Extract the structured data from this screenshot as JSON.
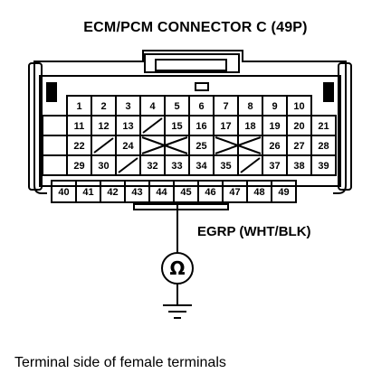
{
  "title": "ECM/PCM CONNECTOR C (49P)",
  "terminal_label": "EGRP (WHT/BLK)",
  "caption": "Terminal side of female terminals",
  "meter_symbol": "Ω",
  "rows": [
    [
      "",
      "1",
      "2",
      "3",
      "4",
      "5",
      "6",
      "7",
      "8",
      "9",
      "10",
      ""
    ],
    [
      "",
      "11",
      "12",
      "13",
      "/",
      "15",
      "16",
      "17",
      "18",
      "19",
      "20",
      "21"
    ],
    [
      "",
      "22",
      "/",
      "24",
      "X",
      "",
      "25",
      "X",
      "",
      "26",
      "27",
      "28"
    ],
    [
      "",
      "29",
      "30",
      "/",
      "32",
      "33",
      "34",
      "35",
      "/",
      "37",
      "38",
      "39"
    ],
    [
      "40",
      "41",
      "42",
      "43",
      "44",
      "45",
      "46",
      "47",
      "48",
      "49"
    ]
  ],
  "highlight_terminal": "45"
}
